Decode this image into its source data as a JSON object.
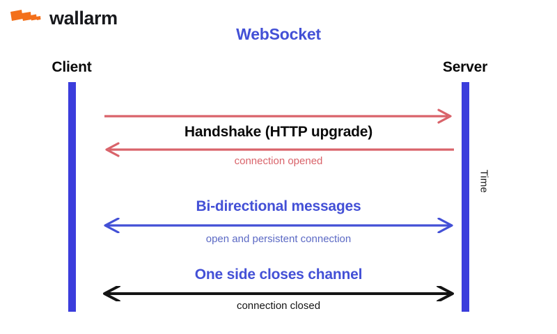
{
  "brand": {
    "name": "wallarm",
    "mark_icon": "wallarm-bolt-icon",
    "mark_color": "#f97316"
  },
  "title": "WebSocket",
  "colors": {
    "title": "#4350d6",
    "lifeline": "#3b3ddc",
    "handshake_arrow": "#d9636a",
    "bidirectional_arrow": "#4350d6",
    "close_arrow": "#141414",
    "caption_major": "#4350d6",
    "caption_minor": "#5b69c4",
    "background": "#ffffff"
  },
  "endpoints": {
    "client": "Client",
    "server": "Server"
  },
  "axis": {
    "time_label": "Time"
  },
  "steps": [
    {
      "id": "handshake-request",
      "direction": "right",
      "arrow_color": "#d9636a",
      "heads": "single-right"
    },
    {
      "id": "handshake-title",
      "label": "Handshake (HTTP upgrade)",
      "emphasis": "major",
      "color": "#0a0a0a"
    },
    {
      "id": "handshake-response",
      "direction": "left",
      "arrow_color": "#d9636a",
      "heads": "single-left"
    },
    {
      "id": "connection-opened",
      "label": "connection opened",
      "emphasis": "minor",
      "color": "#d9636a"
    },
    {
      "id": "bidirectional-title",
      "label": "Bi-directional messages",
      "emphasis": "major",
      "color": "#4350d6"
    },
    {
      "id": "bidirectional-arrow",
      "direction": "both",
      "arrow_color": "#4350d6",
      "heads": "double"
    },
    {
      "id": "persistent-connection",
      "label": "open and persistent connection",
      "emphasis": "minor",
      "color": "#5b69c4"
    },
    {
      "id": "close-title",
      "label": "One side closes channel",
      "emphasis": "major",
      "color": "#4350d6"
    },
    {
      "id": "close-arrow",
      "direction": "both",
      "arrow_color": "#141414",
      "heads": "double"
    },
    {
      "id": "connection-closed",
      "label": "connection closed",
      "emphasis": "minor",
      "color": "#141414"
    }
  ]
}
